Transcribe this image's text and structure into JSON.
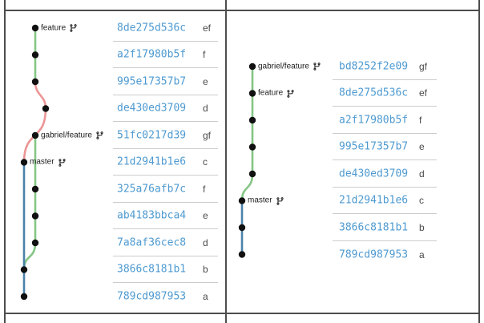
{
  "colors": {
    "feature_branch_line": "#85c685",
    "rebased_branch_line": "#ec9595",
    "master_branch_line": "#4b82aa",
    "commit_node": "#111111",
    "hash_link_text": "#4e9ad1",
    "short_name_text": "#4a4a4a",
    "table_border": "#4d4d4d",
    "row_separator": "#cccccc"
  },
  "panels": [
    {
      "side": "left",
      "refs": [
        {
          "name": "feature",
          "commit_hash": "8de275d536c"
        },
        {
          "name": "gabriel/feature",
          "commit_hash": "51fc0217d39"
        },
        {
          "name": "master",
          "commit_hash": "21d2941b1e6"
        }
      ],
      "commits": [
        {
          "hash": "8de275d536c",
          "label": "ef"
        },
        {
          "hash": "a2f17980b5f",
          "label": "f"
        },
        {
          "hash": "995e17357b7",
          "label": "e"
        },
        {
          "hash": "de430ed3709",
          "label": "d"
        },
        {
          "hash": "51fc0217d39",
          "label": "gf"
        },
        {
          "hash": "21d2941b1e6",
          "label": "c"
        },
        {
          "hash": "325a76afb7c",
          "label": "f"
        },
        {
          "hash": "ab4183bbca4",
          "label": "e"
        },
        {
          "hash": "7a8af36cec8",
          "label": "d"
        },
        {
          "hash": "3866c8181b1",
          "label": "b"
        },
        {
          "hash": "789cd987953",
          "label": "a"
        }
      ]
    },
    {
      "side": "right",
      "refs": [
        {
          "name": "gabriel/feature",
          "commit_hash": "bd8252f2e09"
        },
        {
          "name": "feature",
          "commit_hash": "8de275d536c"
        },
        {
          "name": "master",
          "commit_hash": "21d2941b1e6"
        }
      ],
      "commits": [
        {
          "hash": "bd8252f2e09",
          "label": "gf"
        },
        {
          "hash": "8de275d536c",
          "label": "ef"
        },
        {
          "hash": "a2f17980b5f",
          "label": "f"
        },
        {
          "hash": "995e17357b7",
          "label": "e"
        },
        {
          "hash": "de430ed3709",
          "label": "d"
        },
        {
          "hash": "21d2941b1e6",
          "label": "c"
        },
        {
          "hash": "3866c8181b1",
          "label": "b"
        },
        {
          "hash": "789cd987953",
          "label": "a"
        }
      ]
    }
  ]
}
